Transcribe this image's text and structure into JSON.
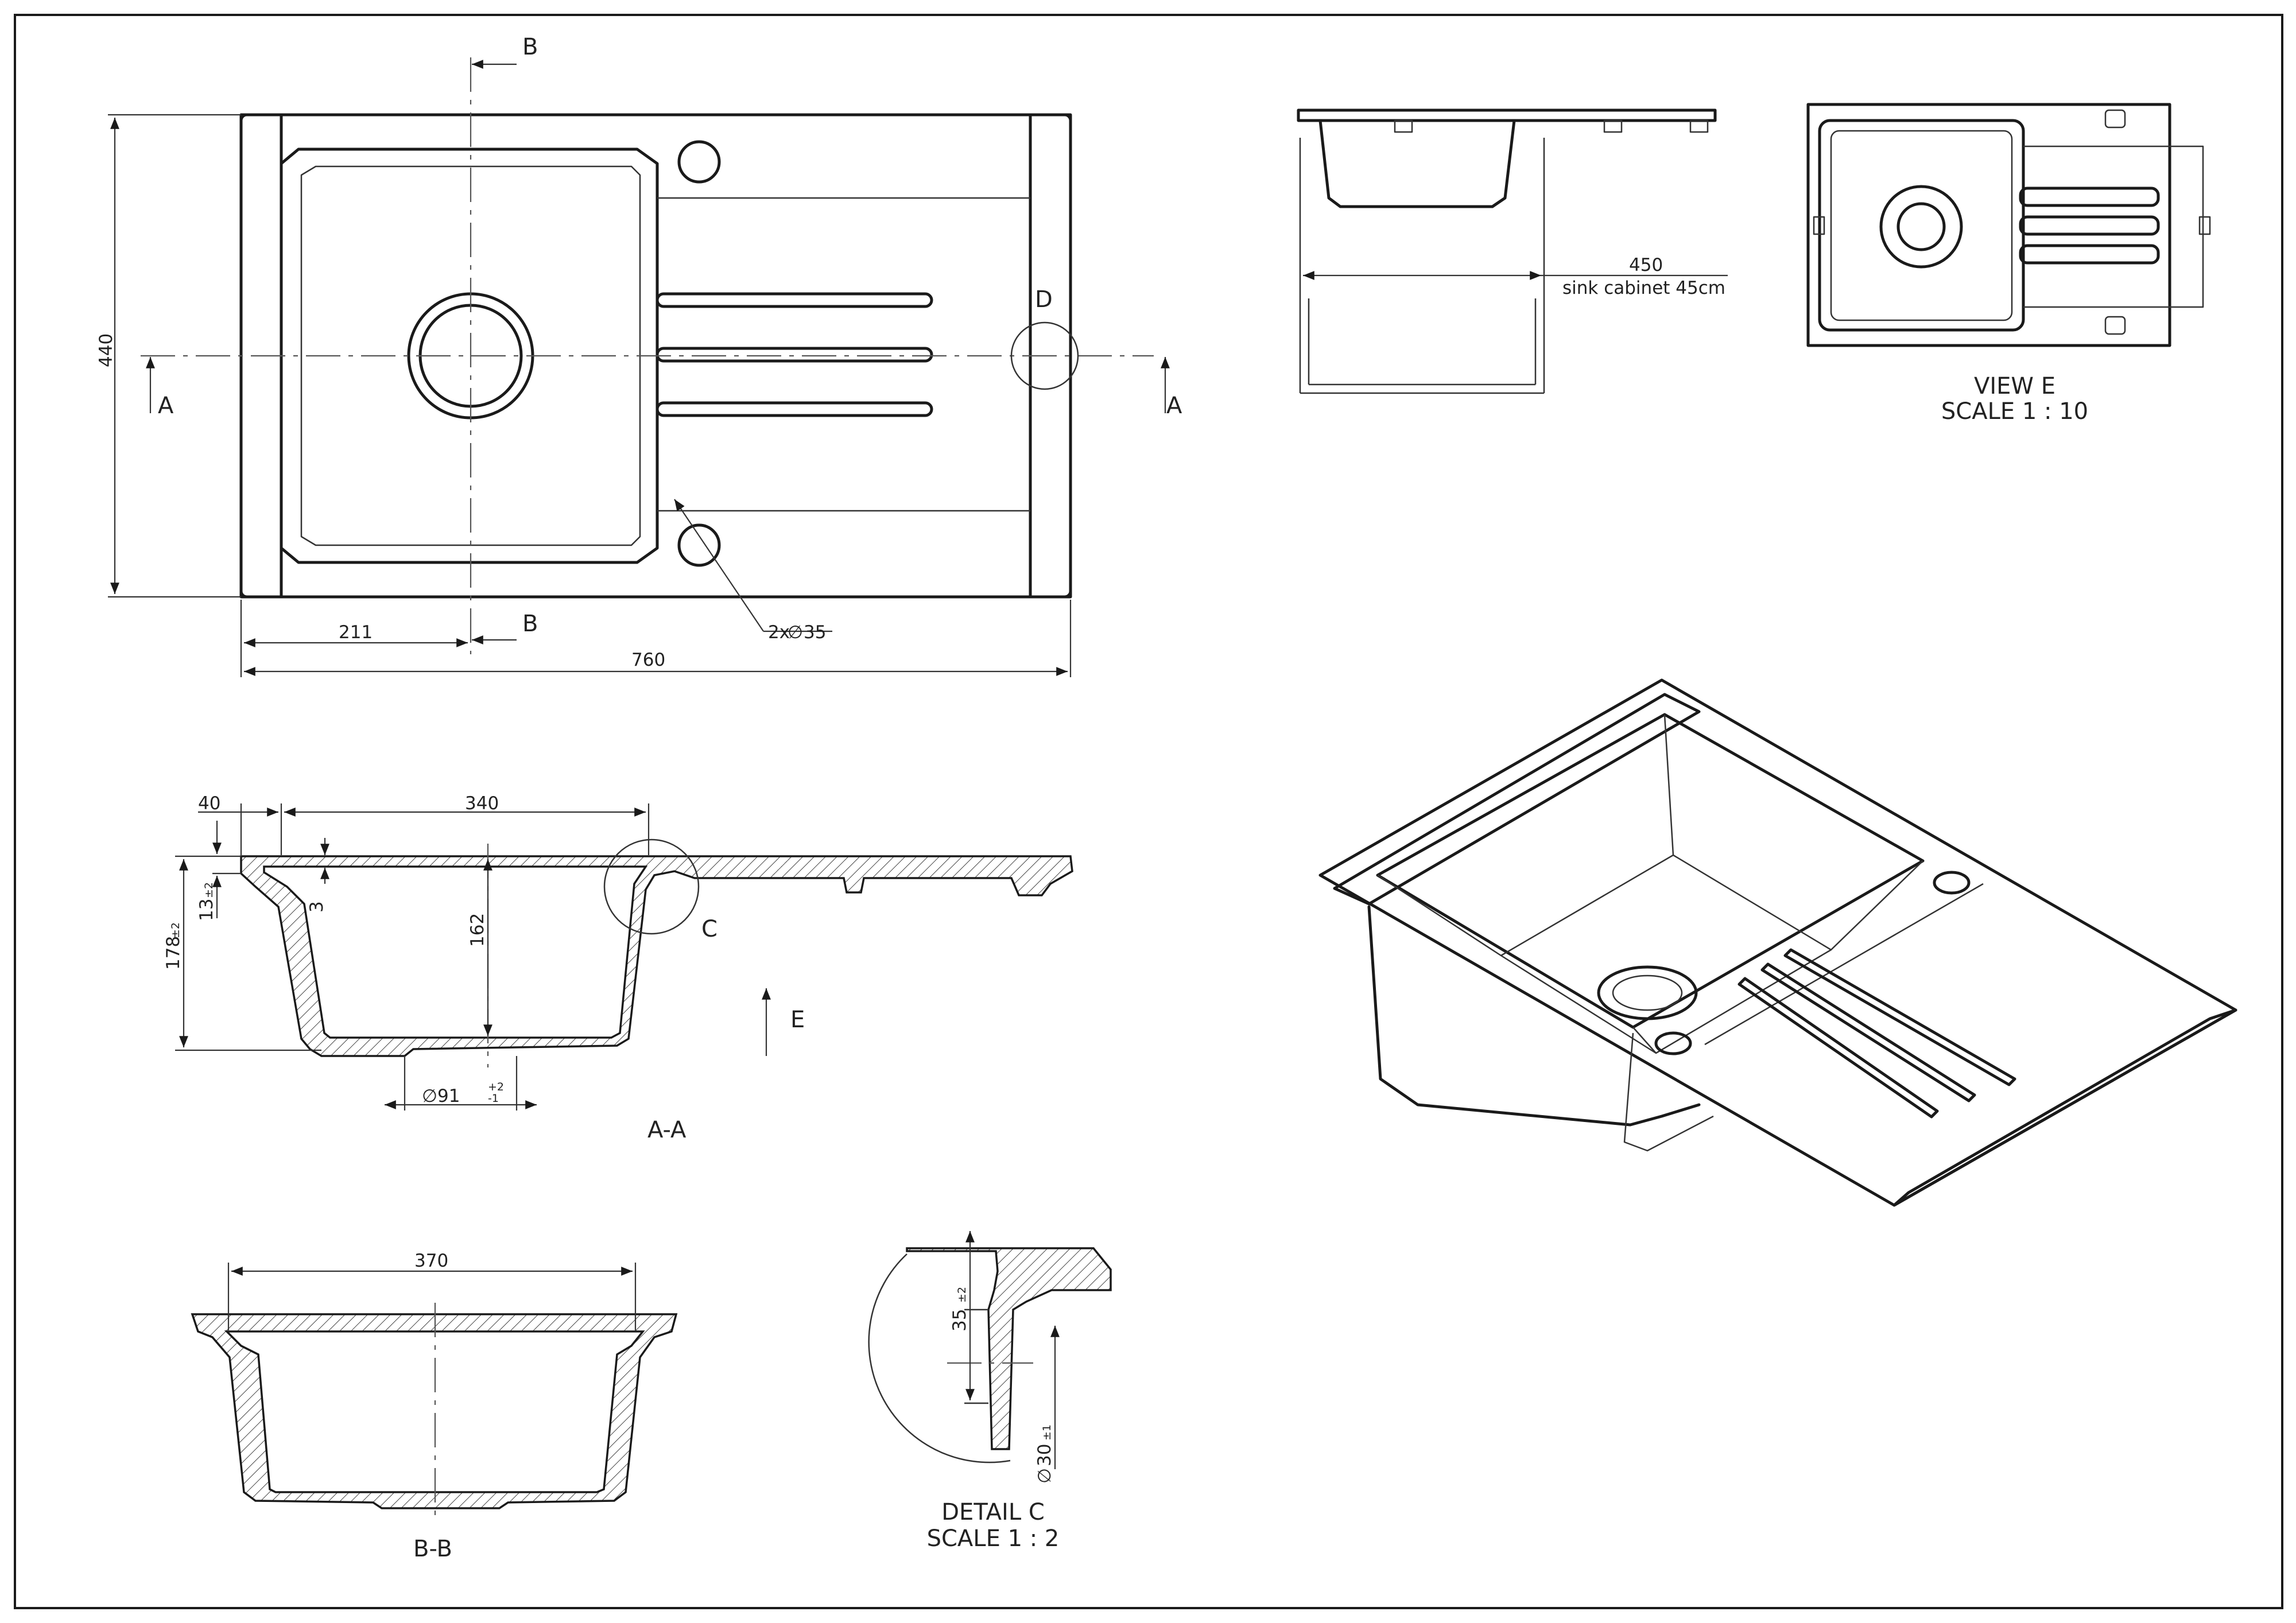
{
  "sheet": {
    "top_view": {
      "section_b_label": "B",
      "section_a_label": "A",
      "detail_d_label": "D",
      "dim_width": "440",
      "dim_offset": "211",
      "dim_length": "760",
      "dim_holes": "2x",
      "dim_holes_diameter": "35",
      "diameter_symbol": "∅"
    },
    "side_view": {
      "dim_width": "450",
      "note": "sink cabinet 45cm"
    },
    "view_e": {
      "title": "VIEW E",
      "scale": "SCALE 1 : 10"
    },
    "section_aa": {
      "title": "A-A",
      "dim_rim": "40",
      "dim_bowl": "340",
      "dim_thickness": "3",
      "dim_rim_height": "13",
      "dim_rim_height_tol": "±2",
      "dim_total_height": "178",
      "dim_total_height_tol": "±2",
      "dim_depth": "162",
      "dim_drain": "91",
      "dim_drain_tol_upper": "+2",
      "dim_drain_tol_lower": "-1",
      "detail_c_label": "C",
      "view_e_label": "E",
      "diameter_symbol": "∅"
    },
    "section_bb": {
      "title": "B-B",
      "dim_width": "370"
    },
    "detail_c": {
      "title": "DETAIL C",
      "scale": "SCALE 1 : 2",
      "dim_height": "35",
      "dim_height_tol": "±2",
      "dim_hole": "30",
      "dim_hole_tol": "±1",
      "diameter_symbol": "∅"
    }
  }
}
